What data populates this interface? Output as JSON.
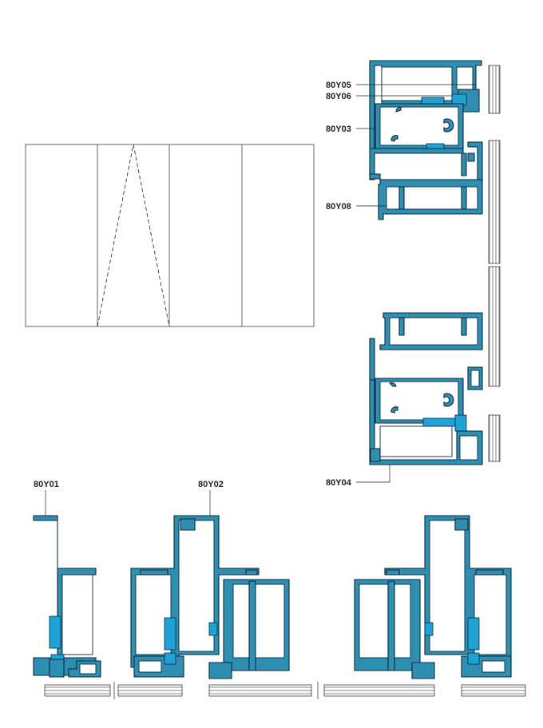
{
  "labels": {
    "a": "80Y05",
    "b": "80Y06",
    "c": "80Y03",
    "d": "80Y08",
    "e": "80Y04",
    "f": "80Y01",
    "g": "80Y02"
  },
  "colors": {
    "profile": "#2f8fb3",
    "gasket": "#1fa3d6",
    "outline": "#0b2a3a"
  }
}
